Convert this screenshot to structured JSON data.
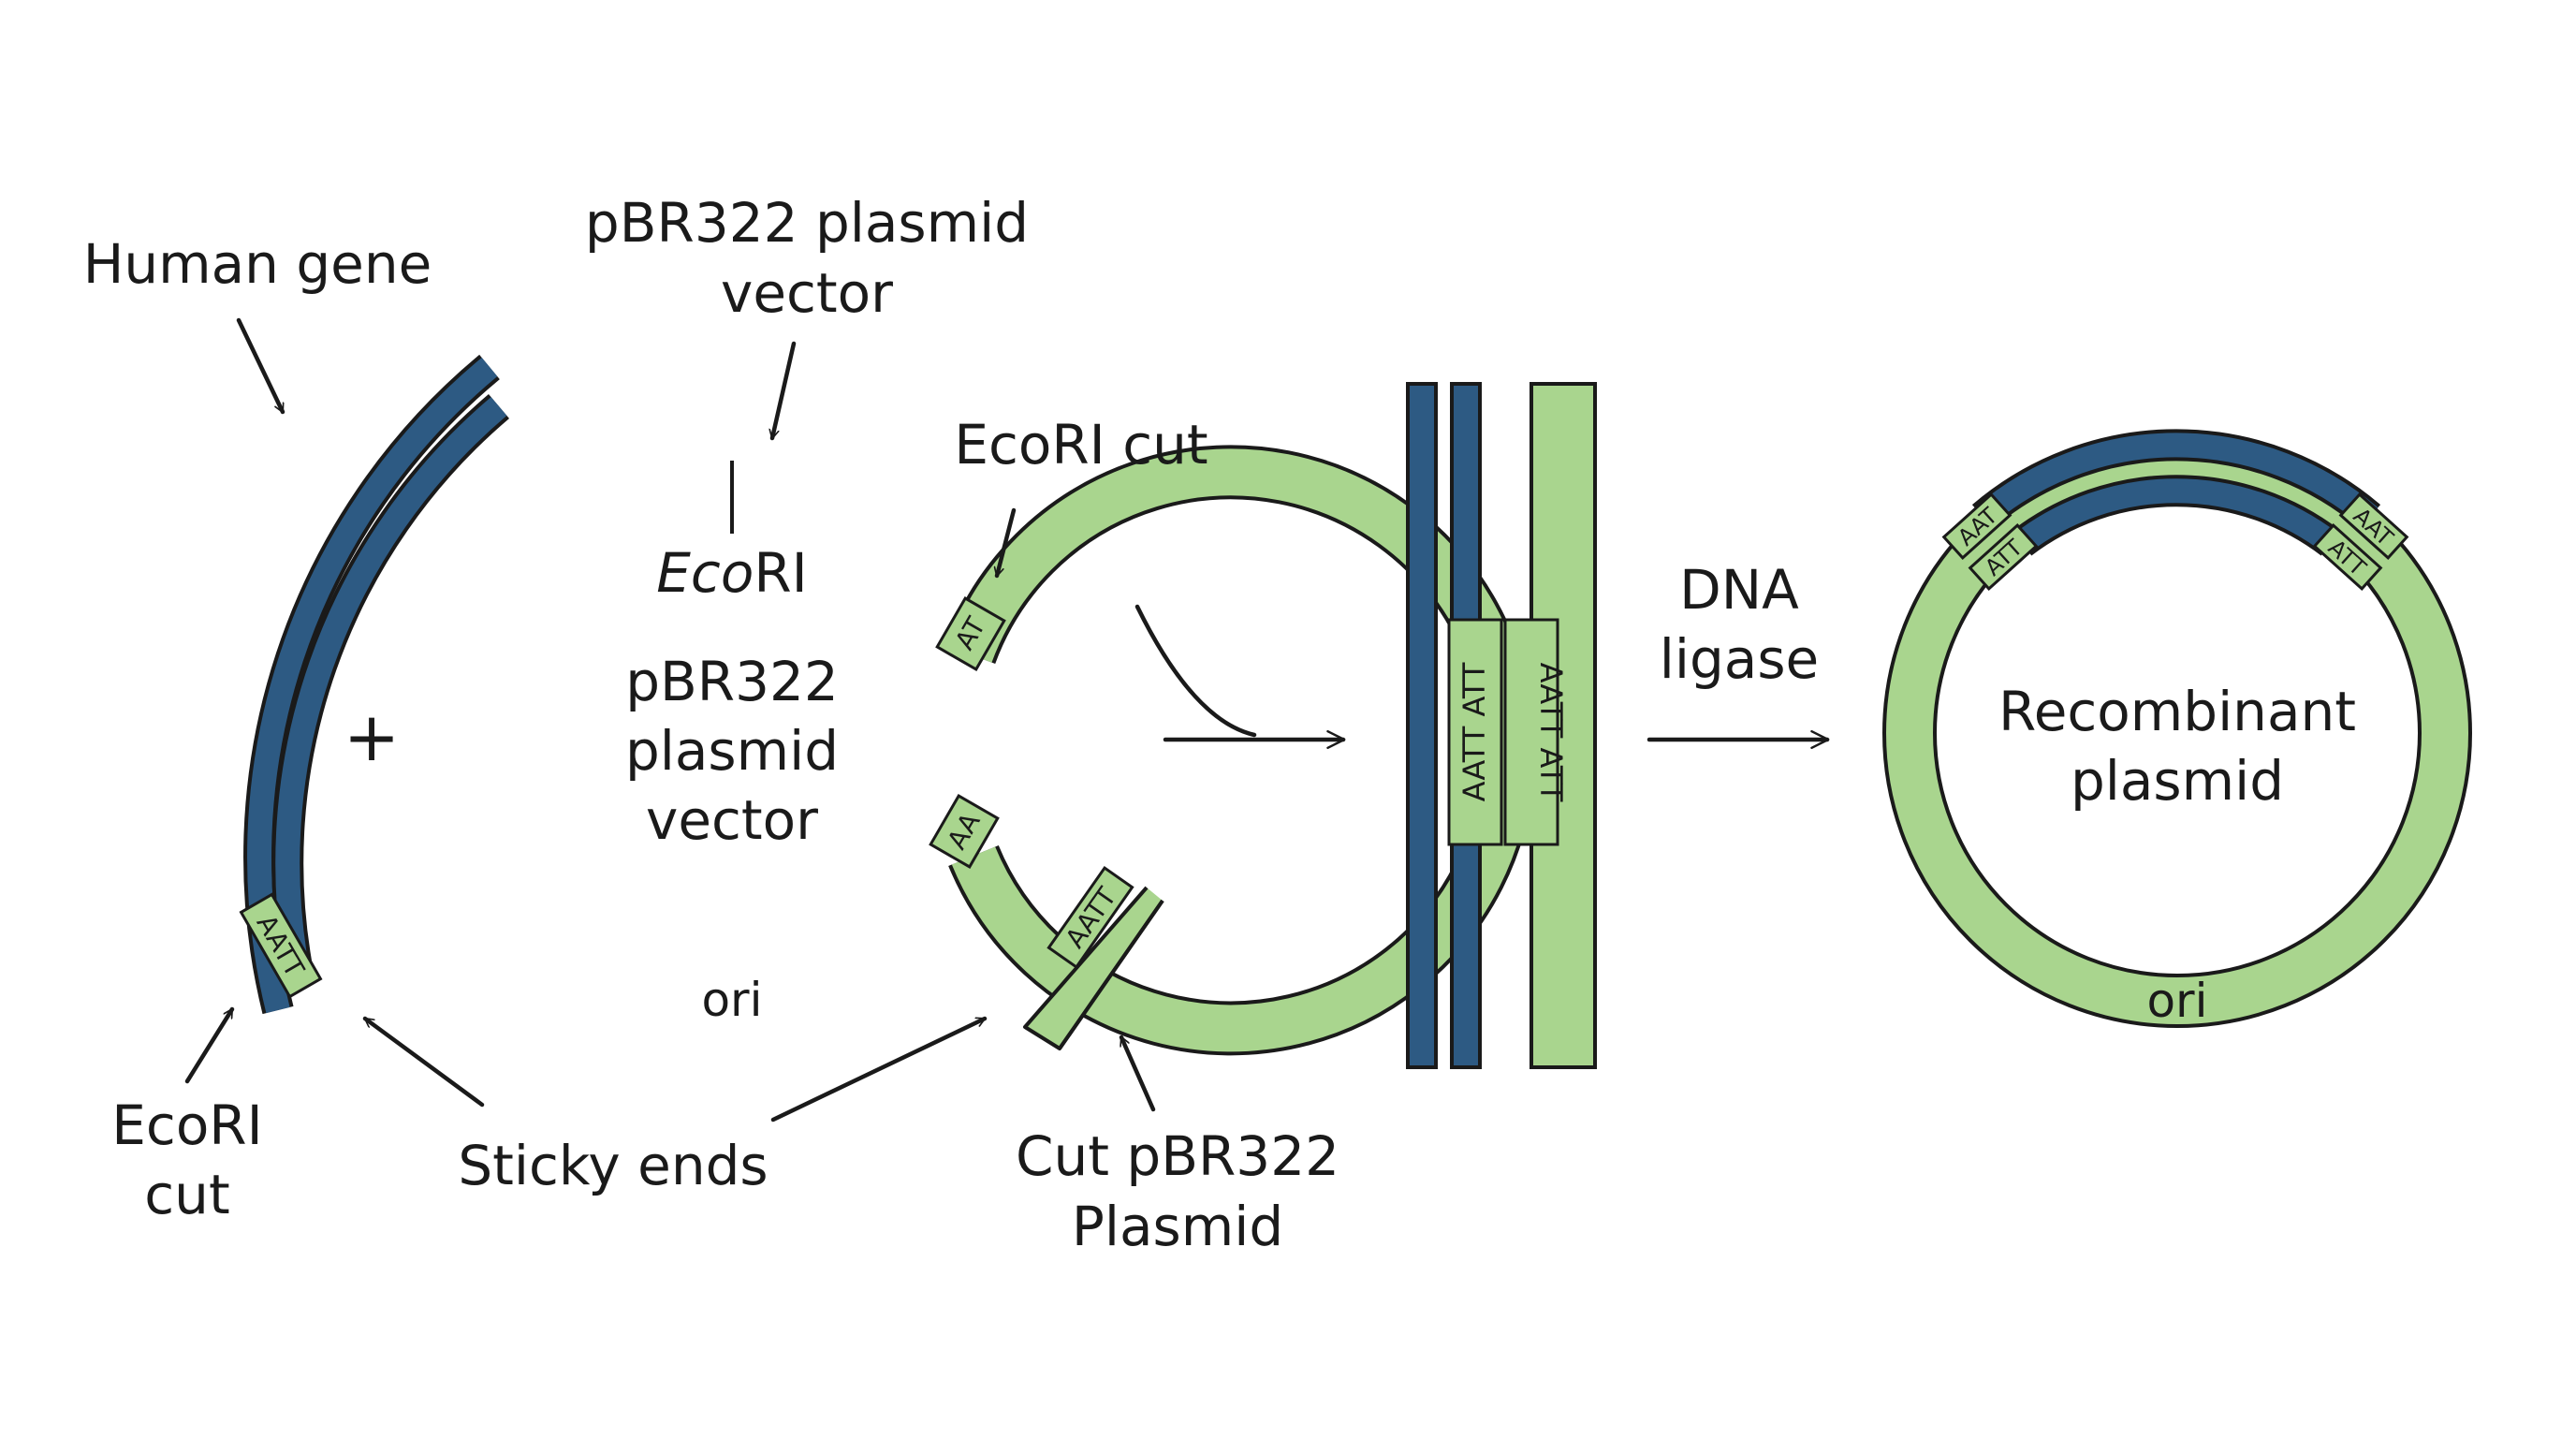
{
  "colors": {
    "human_dna": "#2d5a83",
    "plasmid": "#a9d58e",
    "ink": "#1a1a1a",
    "background": "#ffffff"
  },
  "labels": {
    "human_gene": "Human gene",
    "pbr322_top": [
      "pBR322 plasmid",
      "vector"
    ],
    "ecori_cut_top": "EcoRI cut",
    "ecori_site": {
      "italic": "Eco",
      "plain": "RI"
    },
    "plasmid_center": [
      "pBR322",
      "plasmid",
      "vector"
    ],
    "plus": "+",
    "ori_left": "ori",
    "ecori_cut_bottom": [
      "EcoRI",
      "cut"
    ],
    "sticky_ends": "Sticky ends",
    "cut_pbr322": [
      "Cut pBR322",
      "Plasmid"
    ],
    "dna_ligase": [
      "DNA",
      "ligase"
    ],
    "recombinant": [
      "Recombinant",
      "plasmid"
    ],
    "ori_right": "ori"
  },
  "sequence_tags": {
    "human_gene_end": "AATT",
    "plasmid_top_end": "AT",
    "plasmid_bottom_end": "AA",
    "cut_fragment": "AATT",
    "junction_left": "AATT ATT",
    "junction_right": "AATT ATT",
    "recomb_outer_left": "AAT",
    "recomb_inner_left": "ATT",
    "recomb_outer_right": "AAT",
    "recomb_inner_right": "ATT"
  }
}
